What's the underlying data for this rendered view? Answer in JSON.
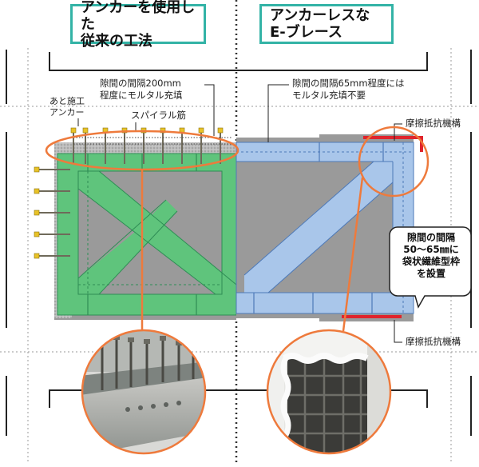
{
  "titles": {
    "conventional_line1": "アンカーを使用した",
    "conventional_line2": "従来の工法",
    "anchorless_line1": "アンカーレスな",
    "anchorless_line2": "E-ブレース"
  },
  "callouts": {
    "gap200_line1": "隙間の間隔200mm",
    "gap200_line2": "程度にモルタル充填",
    "gap65_line1": "隙間の間隔65mm程度には",
    "gap65_line2": "モルタル充填不要",
    "post_anchor_line1": "あと施工",
    "post_anchor_line2": "アンカー",
    "spiral_rebar": "スパイラル筋",
    "friction_top": "摩擦抵抗機構",
    "friction_bottom": "摩擦抵抗機構",
    "bag_line1": "隙間の間隔",
    "bag_line2": "50～65㎜に",
    "bag_line3": "袋状繊維型枠",
    "bag_line4": "を設置"
  },
  "colors": {
    "title_border": "#33b3a6",
    "green_frame": "#5fc47c",
    "blue_frame": "#a9c6ea",
    "callout_orange": "#ee7a3c",
    "friction_red": "#e0242c",
    "concrete_gray": "#9a9a9a"
  }
}
